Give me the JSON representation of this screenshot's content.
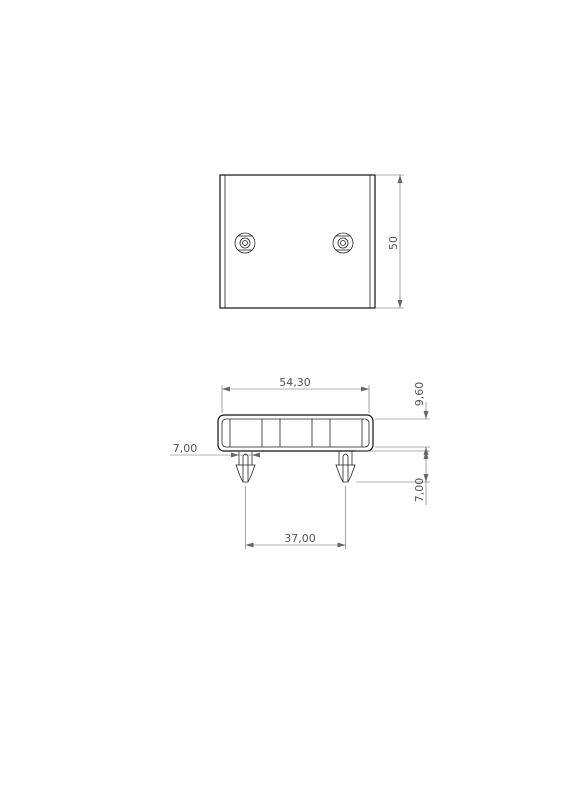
{
  "dimensions": {
    "height_top": "50",
    "width": "54,30",
    "depth": "9,60",
    "clip_width": "7,00",
    "clip_height": "7,00",
    "clip_spacing": "37,00"
  }
}
